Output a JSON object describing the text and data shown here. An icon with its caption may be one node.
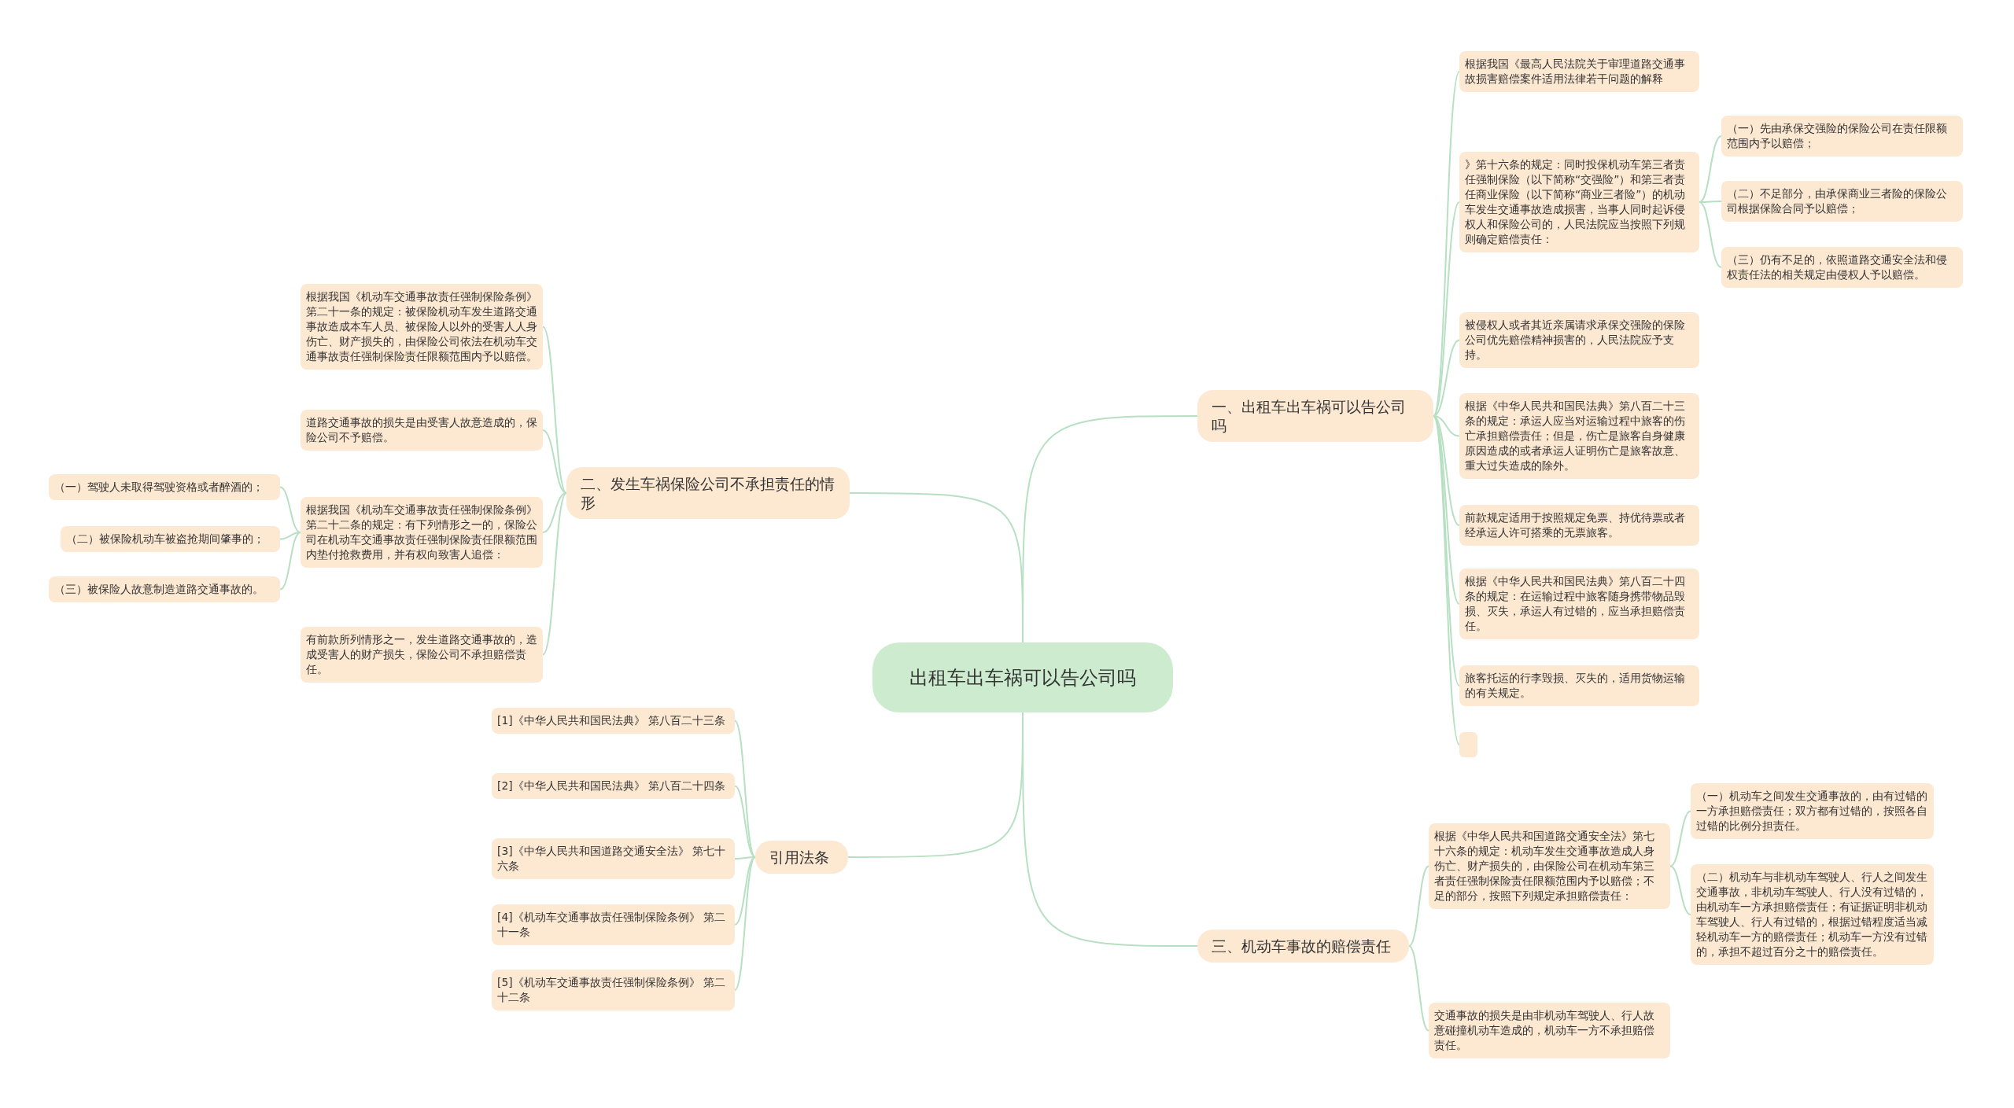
{
  "diagram": {
    "nodes": [
      {
        "text": [
          "出租车出车祸可以告公司吗"
        ]
      },
      {
        "text": [
          "一、出租车出车祸可以告公司吗"
        ]
      },
      {
        "text": [
          "根据我国《最高人民法院关于审理道路交通事故损害赔偿案件适用法律若干问题的解释"
        ]
      },
      {
        "text": [
          "》第十六条的规定：同时投保机动车第三者责任强制保险（以下简称“交强险”）和第三者责任商业保险（以下简称“商业三者险”）的机动车发生交通事故造成损害，当事人同时起诉侵权人和保险公司的，人民法院应当按照下列规则确定赔偿责任："
        ]
      },
      {
        "text": [
          "（一）先由承保交强险的保险公司在责任限额范围内予以赔偿；"
        ]
      },
      {
        "text": [
          "（二）不足部分，由承保商业三者险的保险公司根据保险合同予以赔偿；"
        ]
      },
      {
        "text": [
          "（三）仍有不足的，依照道路交通安全法和侵权责任法的相关规定由侵权人予以赔偿。"
        ]
      },
      {
        "text": [
          "被侵权人或者其近亲属请求承保交强险的保险公司优先赔偿精神损害的，人民法院应予支持。"
        ]
      },
      {
        "text": [
          "根据《中华人民共和国民法典》第八百二十三条的规定：承运人应当对运输过程中旅客的伤亡承担赔偿责任；但是，伤亡是旅客自身健康原因造成的或者承运人证明伤亡是旅客故意、重大过失造成的除外。"
        ]
      },
      {
        "text": [
          "前款规定适用于按照规定免票、持优待票或者经承运人许可搭乘的无票旅客。"
        ]
      },
      {
        "text": [
          "根据《中华人民共和国民法典》第八百二十四条的规定：在运输过程中旅客随身携带物品毁损、灭失，承运人有过错的，应当承担赔偿责任。"
        ]
      },
      {
        "text": [
          "旅客托运的行李毁损、灭失的，适用货物运输的有关规定。"
        ]
      },
      {
        "text": [],
        "shape": "box"
      },
      {
        "text": [
          "二、发生车祸保险公司不承担责任的情形"
        ]
      },
      {
        "text": [
          "根据我国《机动车交通事故责任强制保险条例》第二十一条的规定：被保险机动车发生道路交通事故造成本车人员、被保险人以外的受害人人身伤亡、财产损失的，由保险公司依法在机动车交通事故责任强制保险责任限额范围内予以赔偿。"
        ]
      },
      {
        "text": [
          "道路交通事故的损失是由受害人故意造成的，保险公司不予赔偿。"
        ]
      },
      {
        "text": [
          "根据我国《机动车交通事故责任强制保险条例》第二十二条的规定：有下列情形之一的，保险公司在机动车交通事故责任强制保险责任限额范围内垫付抢救费用，并有权向致害人追偿："
        ]
      },
      {
        "text": [
          "有前款所列情形之一，发生道路交通事故的，造成受害人的财产损失，保险公司不承担赔偿责任。"
        ]
      },
      {
        "text": [
          "（一）驾驶人未取得驾驶资格或者醉酒的；"
        ]
      },
      {
        "text": [
          "（二）被保险机动车被盗抢期间肇事的；"
        ]
      },
      {
        "text": [
          "（三）被保险人故意制造道路交通事故的。"
        ]
      },
      {
        "text": [
          "引用法条"
        ]
      },
      {
        "text": [
          "[1]《中华人民共和国民法典》 第八百二十三条"
        ]
      },
      {
        "text": [
          "[2]《中华人民共和国民法典》 第八百二十四条"
        ]
      },
      {
        "text": [
          "[3]《中华人民共和国道路交通安全法》 第七十六条"
        ]
      },
      {
        "text": [
          "[4]《机动车交通事故责任强制保险条例》 第二十一条"
        ]
      },
      {
        "text": [
          "[5]《机动车交通事故责任强制保险条例》 第二十二条"
        ]
      },
      {
        "text": [
          "三、机动车事故的赔偿责任"
        ]
      },
      {
        "text": [
          "根据《中华人民共和国道路交通安全法》第七十六条的规定：机动车发生交通事故造成人身伤亡、财产损失的，由保险公司在机动车第三者责任强制保险责任限额范围内予以赔偿；不足的部分，按照下列规定承担赔偿责任："
        ]
      },
      {
        "text": [
          "（一）机动车之间发生交通事故的，由有过错的一方承担赔偿责任；双方都有过错的，按照各自过错的比例分担责任。"
        ]
      },
      {
        "text": [
          "（二）机动车与非机动车驾驶人、行人之间发生交通事故，非机动车驾驶人、行人没有过错的，由机动车一方承担赔偿责任；有证据证明非机动车驾驶人、行人有过错的，根据过错程度适当减轻机动车一方的赔偿责任；机动车一方没有过错的，承担不超过百分之十的赔偿责任。"
        ]
      },
      {
        "text": [
          "交通事故的损失是由非机动车驾驶人、行人故意碰撞机动车造成的，机动车一方不承担赔偿责任。"
        ]
      }
    ],
    "edges": [
      {
        "from": 0,
        "to": 1,
        "arrow": "none"
      },
      {
        "from": 0,
        "to": 13,
        "arrow": "none"
      },
      {
        "from": 0,
        "to": 21,
        "arrow": "none"
      },
      {
        "from": 0,
        "to": 27,
        "arrow": "none"
      },
      {
        "from": 1,
        "to": 2,
        "arrow": "none"
      },
      {
        "from": 1,
        "to": 3,
        "arrow": "none"
      },
      {
        "from": 1,
        "to": 7,
        "arrow": "none"
      },
      {
        "from": 1,
        "to": 8,
        "arrow": "none"
      },
      {
        "from": 1,
        "to": 9,
        "arrow": "none"
      },
      {
        "from": 1,
        "to": 10,
        "arrow": "none"
      },
      {
        "from": 1,
        "to": 11,
        "arrow": "none"
      },
      {
        "from": 1,
        "to": 12,
        "arrow": "none"
      },
      {
        "from": 3,
        "to": 4,
        "arrow": "none"
      },
      {
        "from": 3,
        "to": 5,
        "arrow": "none"
      },
      {
        "from": 3,
        "to": 6,
        "arrow": "none"
      },
      {
        "from": 13,
        "to": 14,
        "arrow": "none"
      },
      {
        "from": 13,
        "to": 15,
        "arrow": "none"
      },
      {
        "from": 13,
        "to": 16,
        "arrow": "none"
      },
      {
        "from": 13,
        "to": 17,
        "arrow": "none"
      },
      {
        "from": 16,
        "to": 18,
        "arrow": "none"
      },
      {
        "from": 16,
        "to": 19,
        "arrow": "none"
      },
      {
        "from": 16,
        "to": 20,
        "arrow": "none"
      },
      {
        "from": 21,
        "to": 22,
        "arrow": "none"
      },
      {
        "from": 21,
        "to": 23,
        "arrow": "none"
      },
      {
        "from": 21,
        "to": 24,
        "arrow": "none"
      },
      {
        "from": 21,
        "to": 25,
        "arrow": "none"
      },
      {
        "from": 21,
        "to": 26,
        "arrow": "none"
      },
      {
        "from": 27,
        "to": 28,
        "arrow": "none"
      },
      {
        "from": 27,
        "to": 31,
        "arrow": "none"
      },
      {
        "from": 28,
        "to": 29,
        "arrow": "none"
      },
      {
        "from": 28,
        "to": 30,
        "arrow": "none"
      }
    ]
  }
}
